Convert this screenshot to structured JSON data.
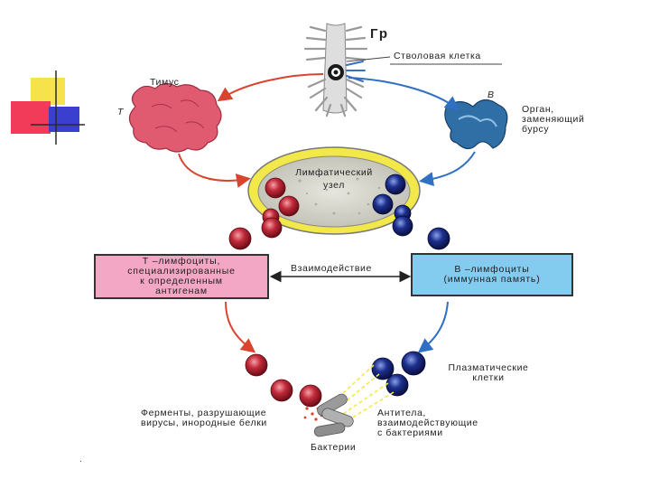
{
  "labels": {
    "gr": "Гр",
    "stem_cell": "Стволовая клетка",
    "thymus": "Тимус",
    "t_letter": "Т",
    "b_letter": "В",
    "bursa_organ": "Орган,\nзаменяющий\nбурсу",
    "lymph_node": "Лимфатический\nузел",
    "t_box": "Т –лимфоциты,\nспециализированные\nк определенным\nантигенам",
    "b_box": "В –лимфоциты\n(иммунная память)",
    "interaction": "Взаимодействие",
    "plasma_cells": "Плазматические\nклетки",
    "enzymes": "Ферменты, разрушающие\nвирусы, инородные белки",
    "antibodies": "Антитела,\nвзаимодействующие\nс бактериями",
    "bacteria": "Бактерии",
    "dot": "."
  },
  "colors": {
    "t_cell": "#c22a3a",
    "b_cell": "#1c2f8e",
    "red_arrow": "#d9442e",
    "blue_arrow": "#2f6fc4",
    "t_box_fill": "#f4a7c4",
    "b_box_fill": "#84cbf0",
    "node_ring": "#f2e84a",
    "thymus": "#e05a70",
    "bursa": "#2f6fa6",
    "antibody_rays": "#f2e84a"
  }
}
